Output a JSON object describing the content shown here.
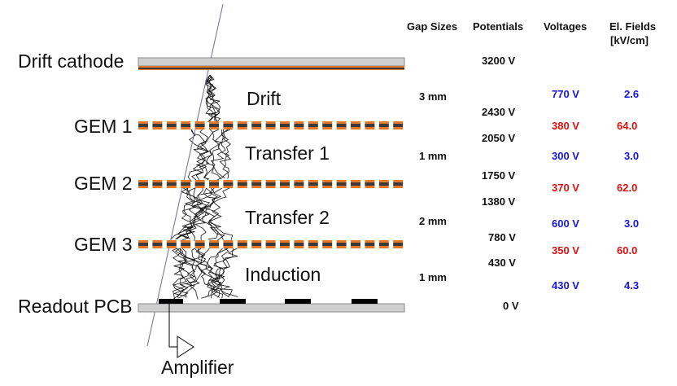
{
  "layers": {
    "drift_cathode": "Drift cathode",
    "gem1": "GEM 1",
    "gem2": "GEM 2",
    "gem3": "GEM 3",
    "readout": "Readout PCB",
    "amplifier": "Amplifier"
  },
  "regions": {
    "drift": "Drift",
    "transfer1": "Transfer 1",
    "transfer2": "Transfer 2",
    "induction": "Induction"
  },
  "headers": {
    "gap_sizes": "Gap Sizes",
    "potentials": "Potentials",
    "voltages": "Voltages",
    "el_fields_1": "El. Fields",
    "el_fields_2": "[kV/cm]"
  },
  "gaps": [
    "3 mm",
    "1 mm",
    "2 mm",
    "1 mm"
  ],
  "potentials": [
    "3200 V",
    "2430 V",
    "2050 V",
    "1750 V",
    "1380 V",
    "780 V",
    "430 V",
    "0 V"
  ],
  "voltages": [
    "770 V",
    "380 V",
    "300 V",
    "370 V",
    "600 V",
    "350 V",
    "430 V"
  ],
  "fields": [
    "2.6",
    "64.0",
    "3.0",
    "62.0",
    "3.0",
    "60.0",
    "4.3"
  ],
  "colors": {
    "drift_field": "#1515e0",
    "gem_field": "#e01010",
    "gem_copper": "#e3782a",
    "gem_dark": "#3a3a3a",
    "electrode_grey": "#cfcfcf"
  }
}
